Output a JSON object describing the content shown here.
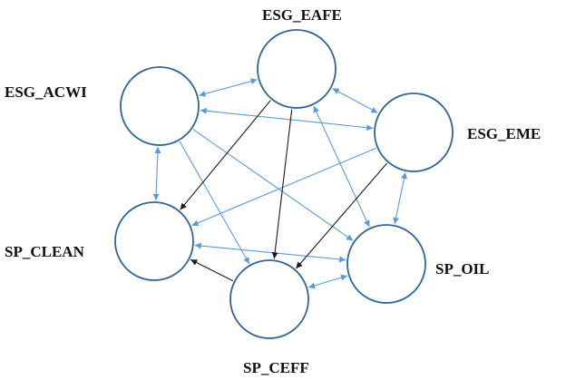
{
  "nodes": [
    {
      "id": "eafe",
      "label": "ESG_EAFE"
    },
    {
      "id": "acwi",
      "label": "ESG_ACWI"
    },
    {
      "id": "eme",
      "label": "ESG_EME"
    },
    {
      "id": "clean",
      "label": "SP_CLEAN"
    },
    {
      "id": "oil",
      "label": "SP_OIL"
    },
    {
      "id": "ceff",
      "label": "SP_CEFF"
    }
  ],
  "edges": [
    {
      "from": "acwi",
      "to": "eafe",
      "bidirectional": true,
      "color": "#5b9bd5"
    },
    {
      "from": "eafe",
      "to": "eme",
      "bidirectional": true,
      "color": "#5b9bd5"
    },
    {
      "from": "acwi",
      "to": "eme",
      "bidirectional": true,
      "color": "#5b9bd5"
    },
    {
      "from": "acwi",
      "to": "clean",
      "bidirectional": true,
      "color": "#5b9bd5"
    },
    {
      "from": "eme",
      "to": "oil",
      "bidirectional": true,
      "color": "#5b9bd5"
    },
    {
      "from": "clean",
      "to": "oil",
      "bidirectional": true,
      "color": "#5b9bd5"
    },
    {
      "from": "ceff",
      "to": "oil",
      "bidirectional": true,
      "color": "#5b9bd5"
    },
    {
      "from": "eafe",
      "to": "oil",
      "bidirectional": true,
      "color": "#5b9bd5"
    },
    {
      "from": "acwi",
      "to": "ceff",
      "bidirectional": false,
      "color": "#5b9bd5"
    },
    {
      "from": "acwi",
      "to": "oil",
      "bidirectional": false,
      "color": "#5b9bd5"
    },
    {
      "from": "eme",
      "to": "clean",
      "bidirectional": false,
      "color": "#5b9bd5"
    },
    {
      "from": "eafe",
      "to": "clean",
      "bidirectional": false,
      "color": "#1a1a1a"
    },
    {
      "from": "eafe",
      "to": "ceff",
      "bidirectional": false,
      "color": "#1a1a1a"
    },
    {
      "from": "eme",
      "to": "ceff",
      "bidirectional": false,
      "color": "#1a1a1a"
    },
    {
      "from": "ceff",
      "to": "clean",
      "bidirectional": false,
      "color": "#1a1a1a"
    }
  ]
}
